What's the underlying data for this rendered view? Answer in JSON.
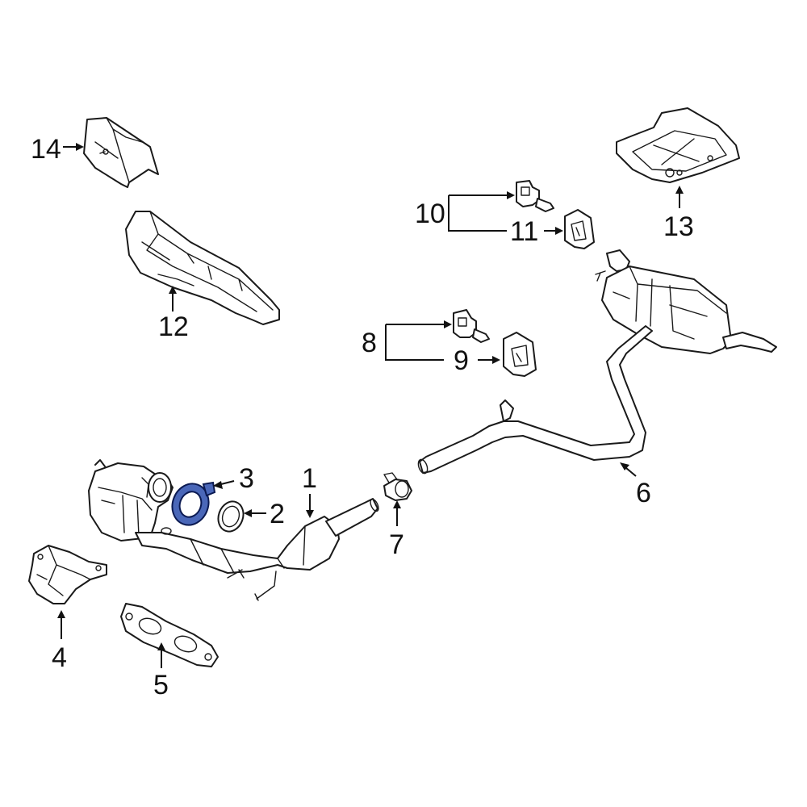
{
  "diagram": {
    "highlight_color": "#4a67b8",
    "callouts": [
      {
        "id": "1",
        "text": "1"
      },
      {
        "id": "2",
        "text": "2"
      },
      {
        "id": "3",
        "text": "3"
      },
      {
        "id": "4",
        "text": "4"
      },
      {
        "id": "5",
        "text": "5"
      },
      {
        "id": "6",
        "text": "6"
      },
      {
        "id": "7",
        "text": "7"
      },
      {
        "id": "8",
        "text": "8"
      },
      {
        "id": "9",
        "text": "9"
      },
      {
        "id": "10",
        "text": "10"
      },
      {
        "id": "11",
        "text": "11"
      },
      {
        "id": "12",
        "text": "12"
      },
      {
        "id": "13",
        "text": "13"
      },
      {
        "id": "14",
        "text": "14"
      }
    ]
  }
}
